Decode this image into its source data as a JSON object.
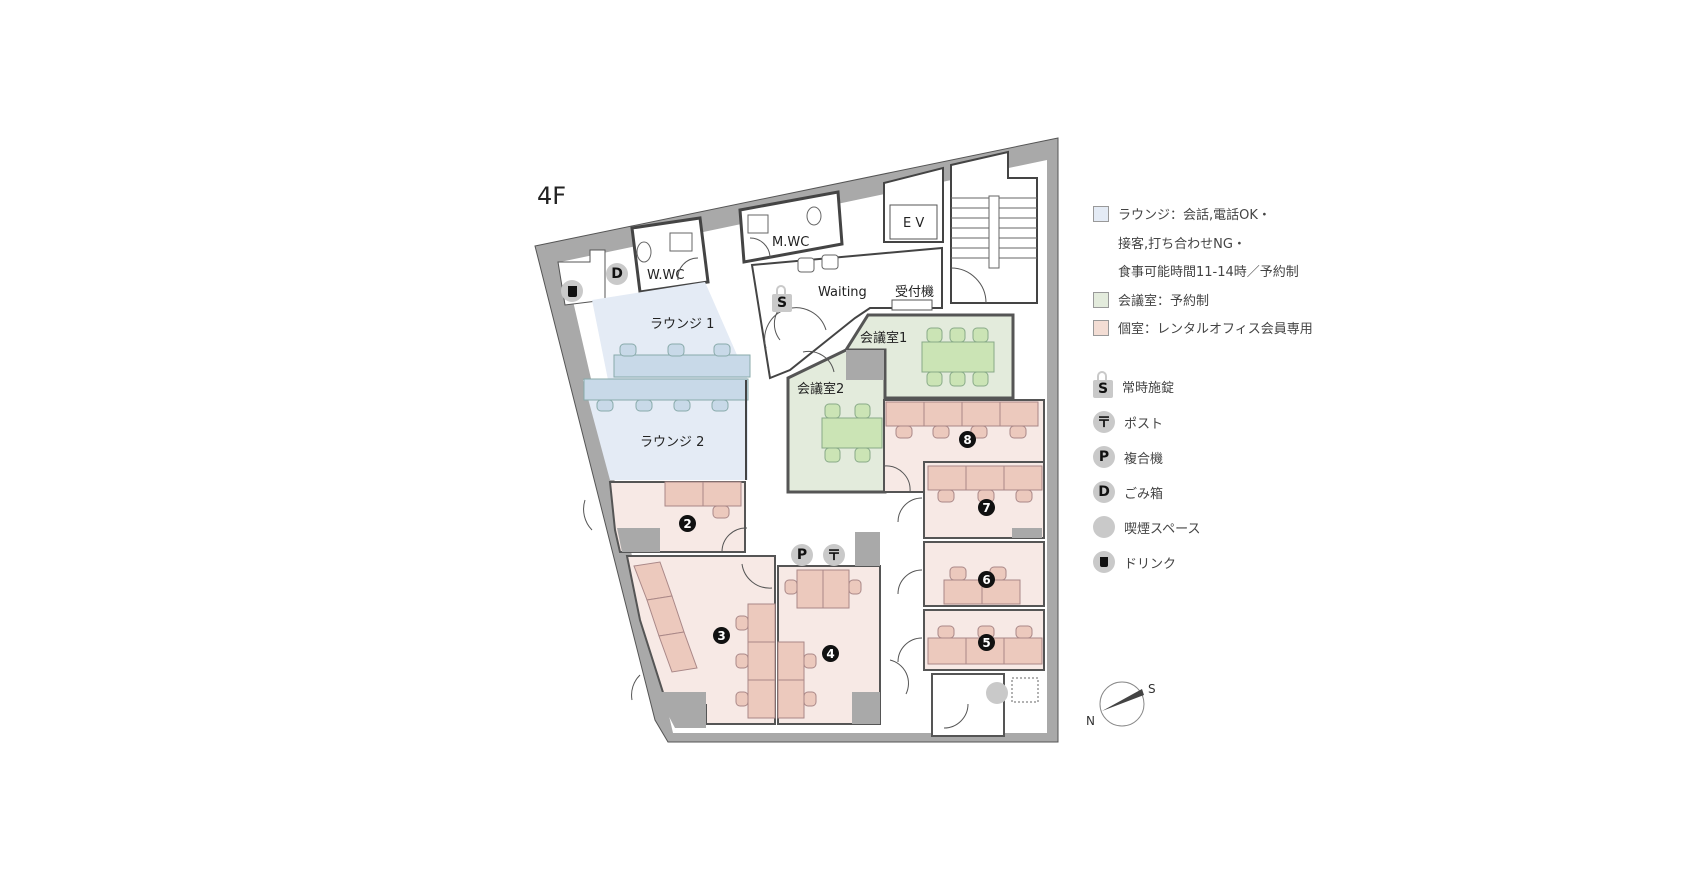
{
  "floor": {
    "label": "4F"
  },
  "colors": {
    "lounge": "#e4ebf5",
    "meeting": "#e3ebdc",
    "private": "#f7e9e5",
    "furniture_private": "#ecc9bd",
    "furniture_lounge": "#c8d9e8",
    "furniture_meeting": "#cbe4b5",
    "wall": "#a9a9a9",
    "icon_bg": "#c9c9c9"
  },
  "rooms": {
    "lounge1": "ラウンジ 1",
    "lounge2": "ラウンジ 2",
    "meeting1": "会議室1",
    "meeting2": "会議室2",
    "wwc": "W.WC",
    "mwc": "M.WC",
    "waiting": "Waiting",
    "reception": "受付機",
    "ev": "E V"
  },
  "private_rooms": [
    "2",
    "3",
    "4",
    "5",
    "6",
    "7",
    "8"
  ],
  "map_icons": {
    "lock": "S",
    "post": "〒",
    "printer": "P",
    "trash": "D"
  },
  "legend": {
    "areas": [
      {
        "label": "ラウンジ：会話,電話OK・",
        "color": "#e4ebf5"
      },
      {
        "label": "接客,打ち合わせNG・"
      },
      {
        "label": "食事可能時間11-14時／予約制"
      },
      {
        "label": "会議室：予約制",
        "color": "#e3ebdc"
      },
      {
        "label": "個室：レンタルオフィス会員専用",
        "color": "#f3ddd4"
      }
    ],
    "icons": [
      {
        "glyph": "S",
        "icon": "lock-icon",
        "label": "常時施錠"
      },
      {
        "glyph": "〒",
        "icon": "post-icon",
        "label": "ポスト"
      },
      {
        "glyph": "P",
        "icon": "printer-icon",
        "label": "複合機"
      },
      {
        "glyph": "D",
        "icon": "trash-icon",
        "label": "ごみ箱"
      },
      {
        "glyph": "",
        "icon": "smoking-icon",
        "label": "喫煙スペース"
      },
      {
        "glyph": "",
        "icon": "drink-icon",
        "label": "ドリンク"
      }
    ]
  },
  "compass": {
    "n": "N",
    "s": "S"
  }
}
